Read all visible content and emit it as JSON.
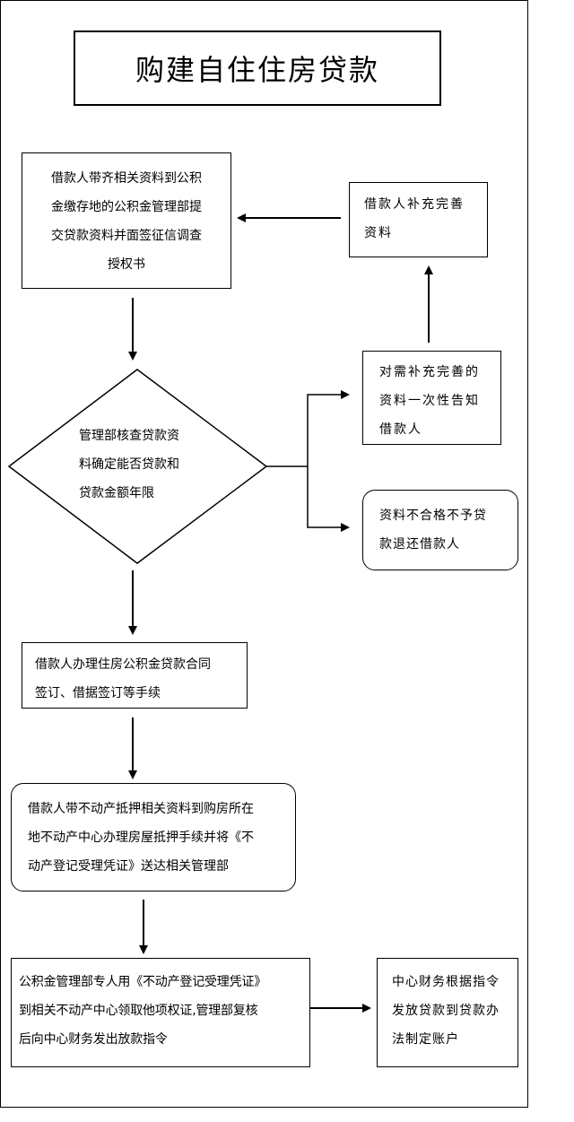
{
  "title": "购建自住住房贷款",
  "step1": {
    "lines": [
      "借款人带齐相关资料到公积",
      "金缴存地的公积金管理部提",
      "交贷款资料并面签征信调查",
      "授权书"
    ]
  },
  "supplement": {
    "lines": [
      "借款人补充完善",
      "资料"
    ]
  },
  "decision": {
    "lines": [
      "管理部核查贷款资",
      "料确定能否贷款和",
      "贷款金额年限"
    ]
  },
  "notify": {
    "lines": [
      "对需补充完善的",
      "资料一次性告知",
      "借款人"
    ]
  },
  "reject": {
    "lines": [
      "资料不合格不予贷",
      "款退还借款人"
    ]
  },
  "contract": {
    "lines": [
      "借款人办理住房公积金贷款合同",
      "签订、借据签订等手续"
    ]
  },
  "mortgage": {
    "lines": [
      "借款人带不动产抵押相关资料到购房所在",
      "地不动产中心办理房屋抵押手续并将《不",
      "动产登记受理凭证》送达相关管理部"
    ]
  },
  "rights": {
    "lines": [
      "公积金管理部专人用《不动产登记受理凭证》",
      "到相关不动产中心领取他项权证,管理部复核",
      "后向中心财务发出放款指令"
    ]
  },
  "finance": {
    "lines": [
      "中心财务根据指令",
      "发放贷款到贷款办",
      "法制定账户"
    ]
  }
}
